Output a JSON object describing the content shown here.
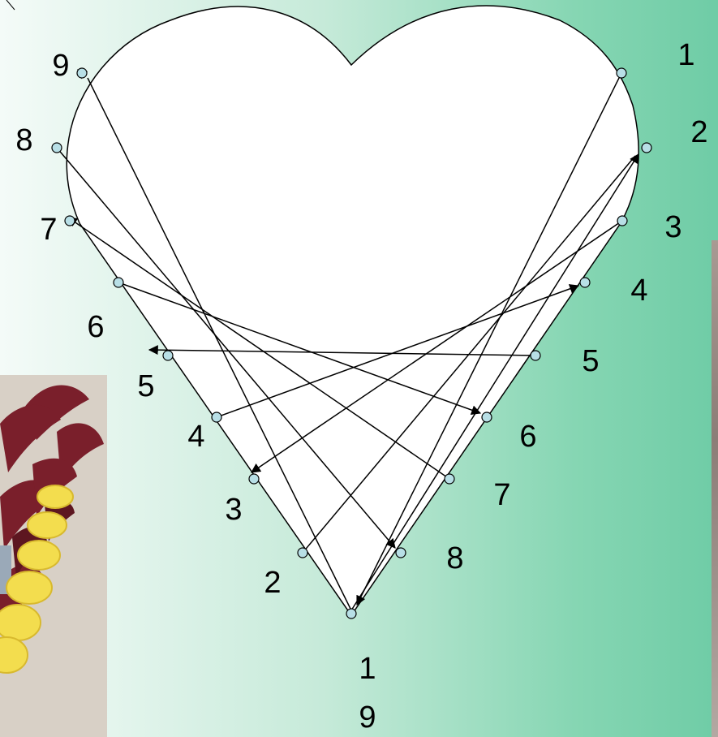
{
  "diagram": {
    "left_labels": [
      "9",
      "8",
      "7",
      "6",
      "5",
      "4",
      "3",
      "2"
    ],
    "right_labels": [
      "1",
      "2",
      "3",
      "4",
      "5",
      "6",
      "7",
      "8"
    ],
    "bottom_labels": [
      "1",
      "9"
    ]
  },
  "colors": {
    "point_fill": "#b8dfe6",
    "heart_fill": "#ffffff",
    "stroke": "#000000",
    "background_start": "#f4fbf8",
    "background_end": "#6fcca6"
  },
  "photos": {
    "left_description": "embroidery-photo-partial",
    "right_description": "embroidery-photo-partial"
  }
}
